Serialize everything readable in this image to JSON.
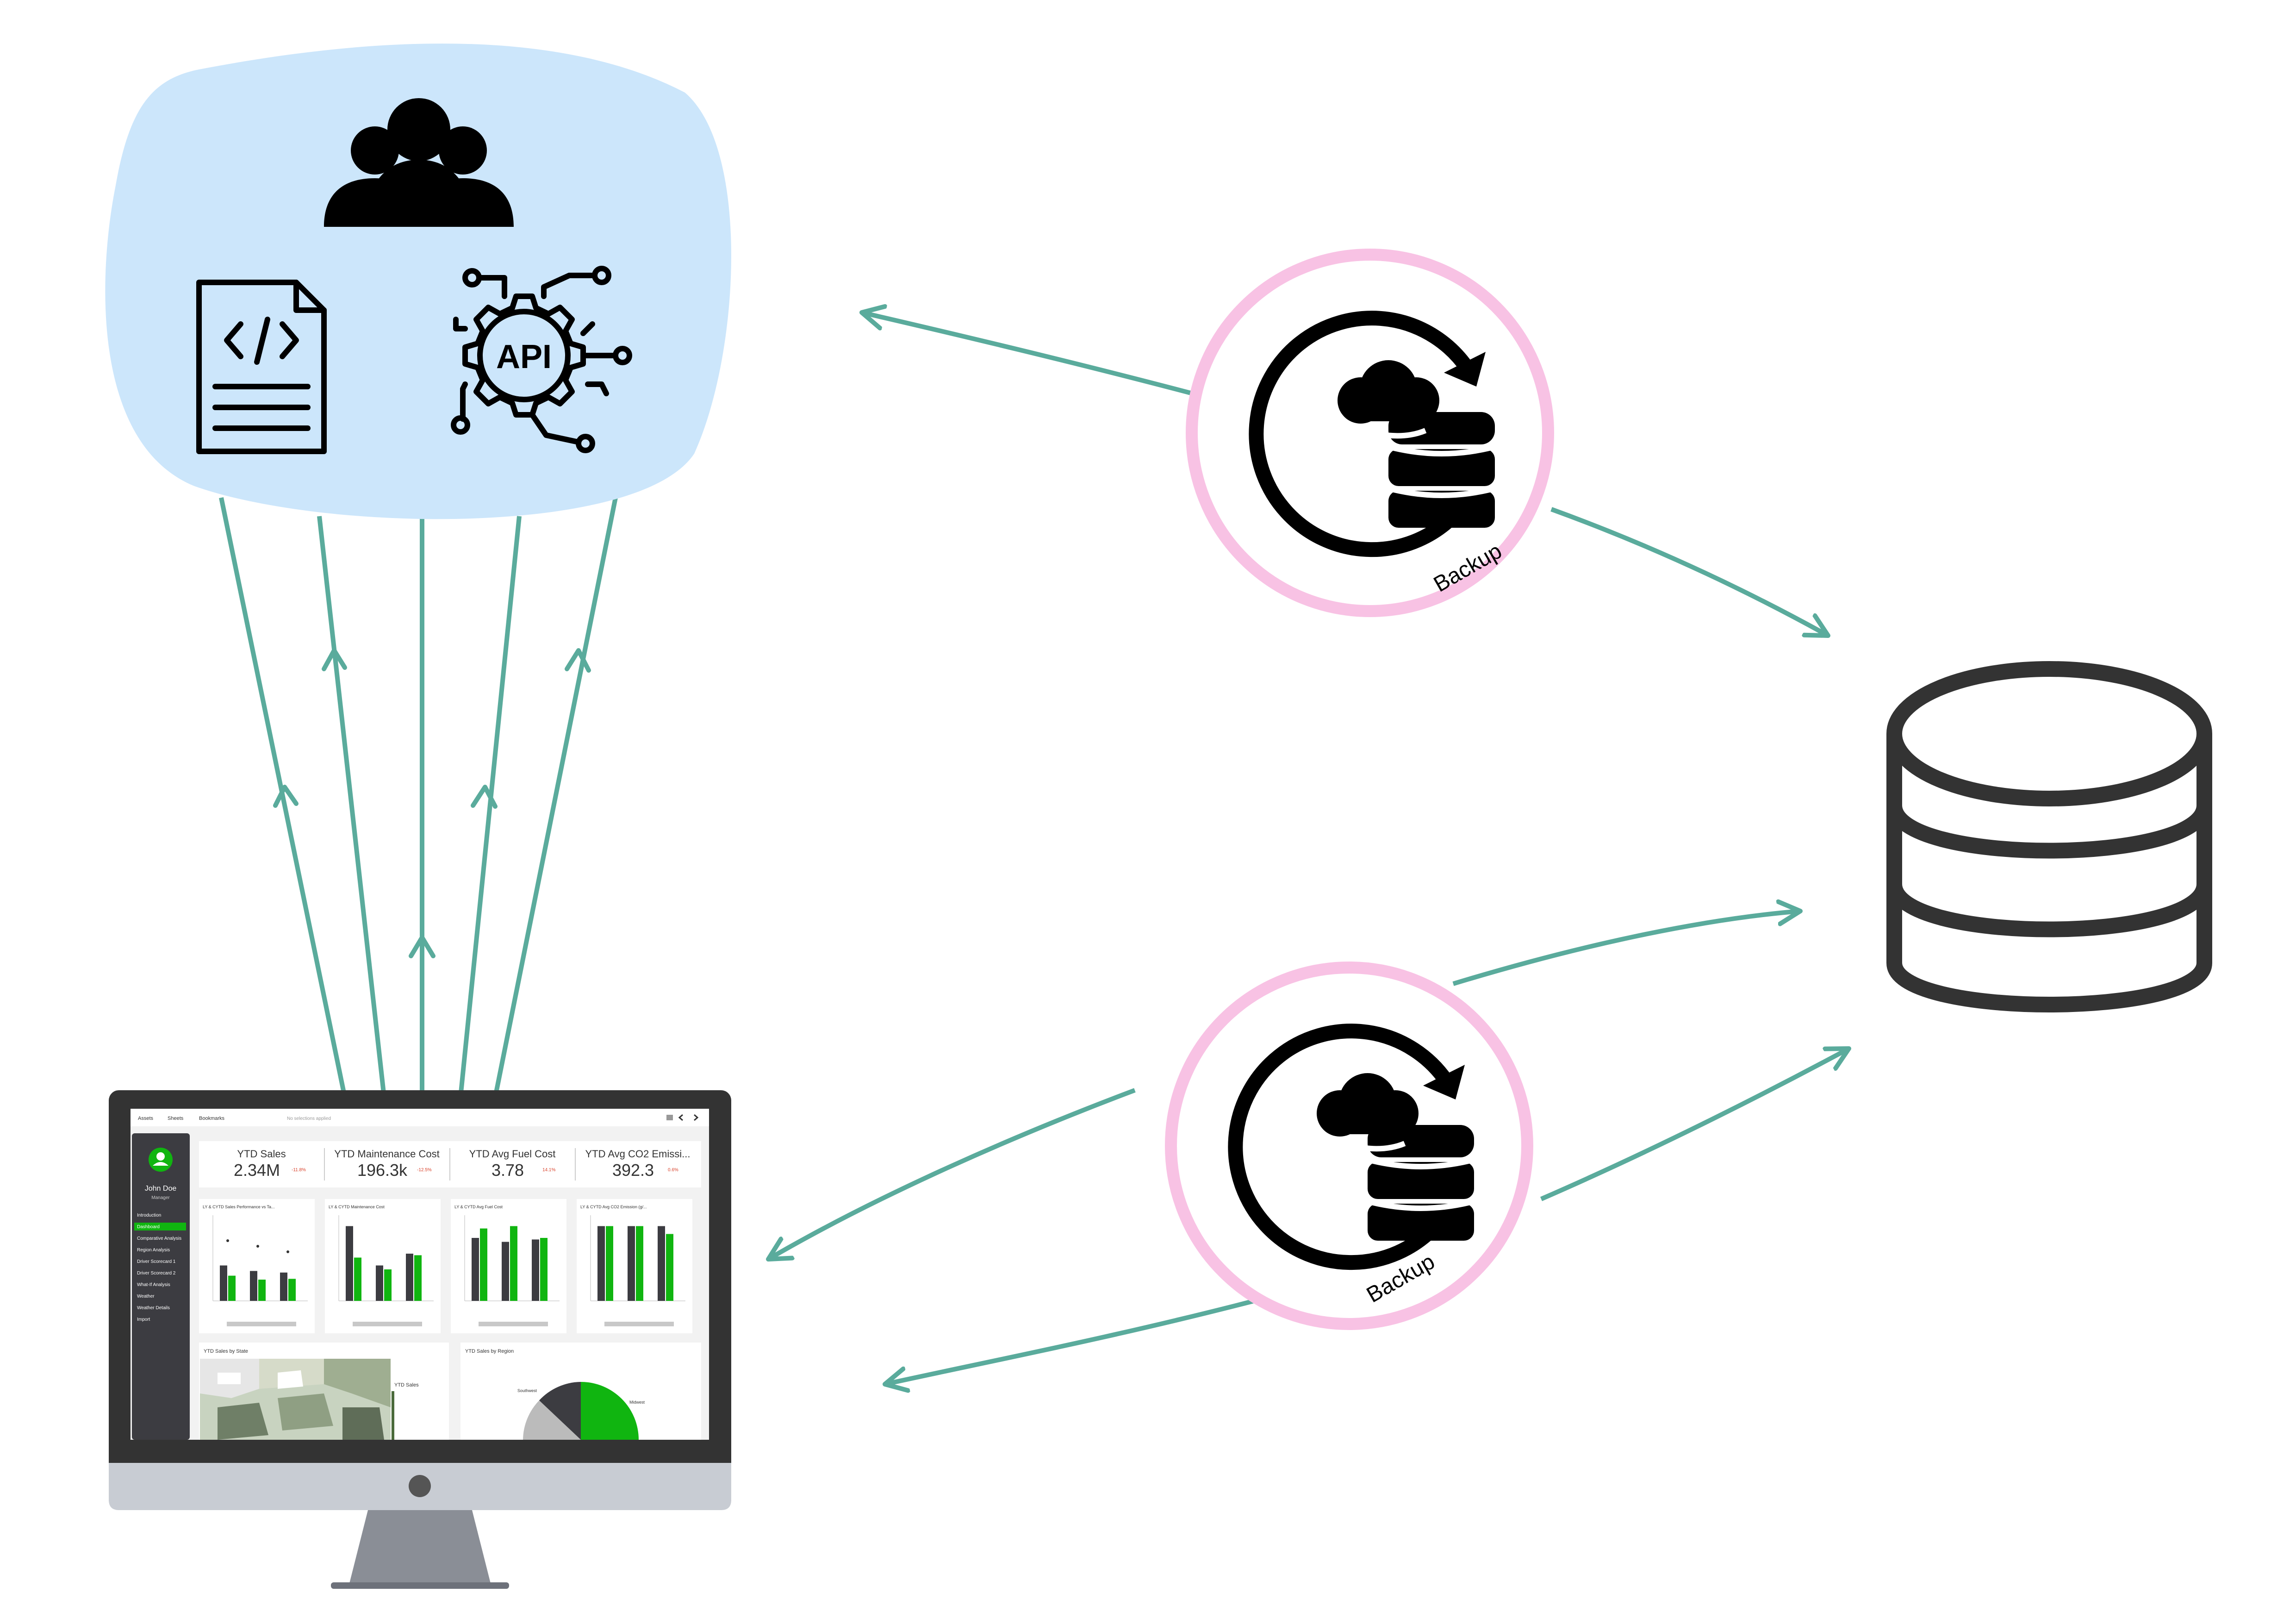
{
  "colors": {
    "connector": "#5aab9c",
    "cloud_fill": "#cce6fb",
    "backup_ring": "#f8c2e4",
    "icon": "#000000",
    "database_stroke": "#333333",
    "screen_dark": "#333333",
    "monitor_chin": "#c8ccd3",
    "accent_green": "#10b510"
  },
  "cloud": {
    "icons": [
      "users-icon",
      "code-document-icon",
      "api-gear-icon"
    ],
    "api_label": "API"
  },
  "backup": {
    "label": "Backup",
    "icons": [
      "sync-arrow-icon",
      "cloud-database-icon"
    ]
  },
  "database": {
    "icon": "database-icon"
  },
  "dashboard": {
    "top_bar": {
      "items": [
        "Assets",
        "Sheets",
        "Bookmarks"
      ],
      "search_placeholder": "No selections applied"
    },
    "user": {
      "name": "John Doe",
      "role": "Manager"
    },
    "nav": [
      "Introduction",
      "Dashboard",
      "Comparative Analysis",
      "Region Analysis",
      "Driver Scorecard 1",
      "Driver Scorecard 2",
      "What-If Analysis",
      "Weather",
      "Weather Details",
      "Import"
    ],
    "kpis": [
      {
        "label": "YTD Sales",
        "value": "2.34M",
        "delta": "-11.8%"
      },
      {
        "label": "YTD Maintenance Cost",
        "value": "196.3k",
        "delta": "-12.5%"
      },
      {
        "label": "YTD Avg Fuel Cost",
        "value": "3.78",
        "delta": "14.1%"
      },
      {
        "label": "YTD Avg CO2 Emissi...",
        "value": "392.3",
        "delta": "0.6%"
      }
    ],
    "charts": [
      {
        "title": "LY & CYTD Sales Performance vs Ta..."
      },
      {
        "title": "LY & CYTD Maintenance Cost"
      },
      {
        "title": "LY & CYTD Avg Fuel Cost"
      },
      {
        "title": "LY & CYTD Avg CO2 Emission (g/..."
      }
    ],
    "map_panel": {
      "title": "YTD Sales by State",
      "legend_title": "YTD Sales"
    },
    "pie_panel": {
      "title": "YTD Sales by Region",
      "labels": [
        "Southwest",
        "Midwest"
      ]
    }
  }
}
